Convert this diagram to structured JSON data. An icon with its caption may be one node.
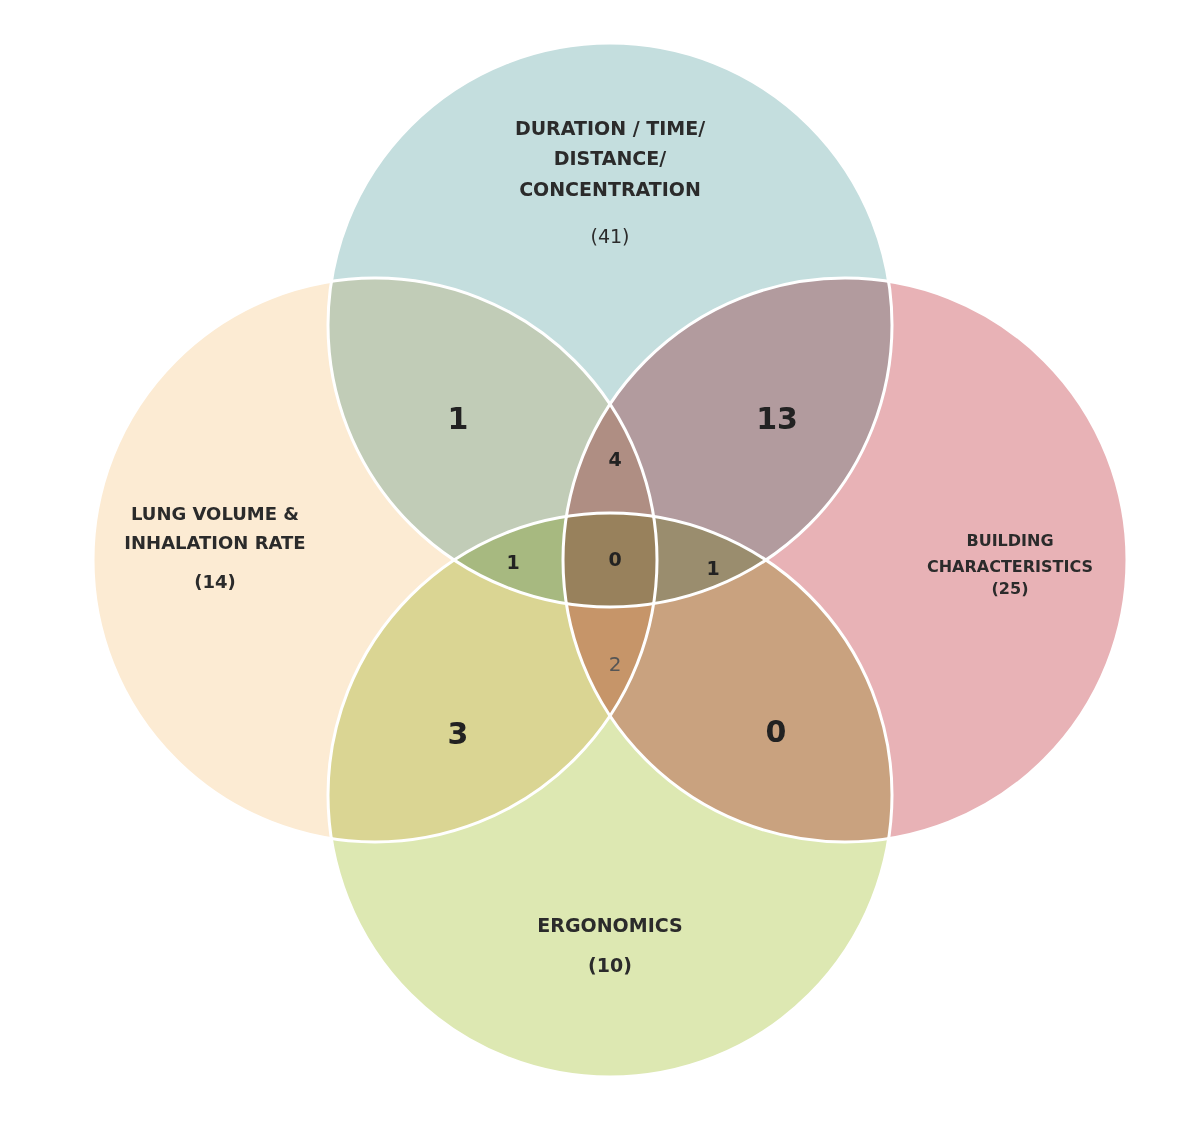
{
  "diagram": {
    "nodes": [
      {
        "text": [
          "DURATION / TIME/ DISTANCE/ CONCENTRATION",
          "(41)"
        ]
      },
      {
        "text": [
          "LUNG VOLUME & INHALATION RATE",
          "(14)"
        ]
      },
      {
        "text": [
          "BUILDING CHARACTERISTICS",
          "(25)"
        ]
      },
      {
        "text": [
          "ERGONOMICS",
          "(10)"
        ]
      }
    ],
    "labels": [
      "1",
      "13",
      "4",
      "1",
      "0",
      "1",
      "2",
      "3",
      "0"
    ]
  }
}
